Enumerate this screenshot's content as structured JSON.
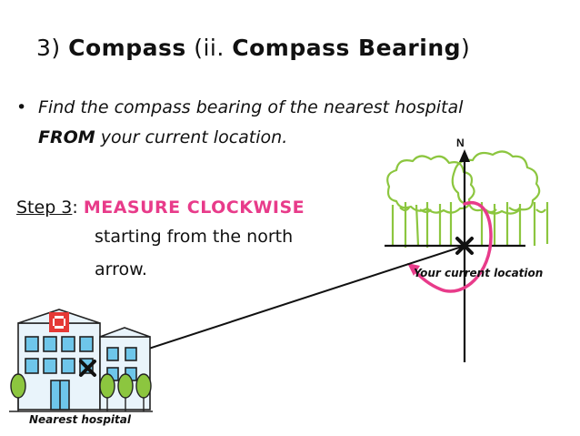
{
  "title": {
    "number": "3)",
    "compass": "Compass",
    "paren_open": "(",
    "ii": "ii.",
    "subtitle": "Compass Bearing",
    "paren_close": ")"
  },
  "bullet": {
    "line1": "Find the compass bearing of the nearest hospital",
    "from": "FROM",
    "line2_rest": " your current location."
  },
  "step": {
    "label": "Step 3",
    "colon": ": ",
    "highlight": "MEASURE CLOCKWISE",
    "line2": "starting from the north",
    "line3": "arrow."
  },
  "diagram": {
    "north_label": "N",
    "current_location_label": "Your current location",
    "hospital_label": "Nearest hospital",
    "icons": [
      "tree-icon",
      "hospital-icon",
      "cross-marker-icon",
      "clockwise-arc"
    ]
  },
  "colors": {
    "accent_pink": "#e83b8a",
    "tree_green": "#8cc63f",
    "hospital_blue": "#6ec6ea",
    "cross_red": "#e53935"
  }
}
